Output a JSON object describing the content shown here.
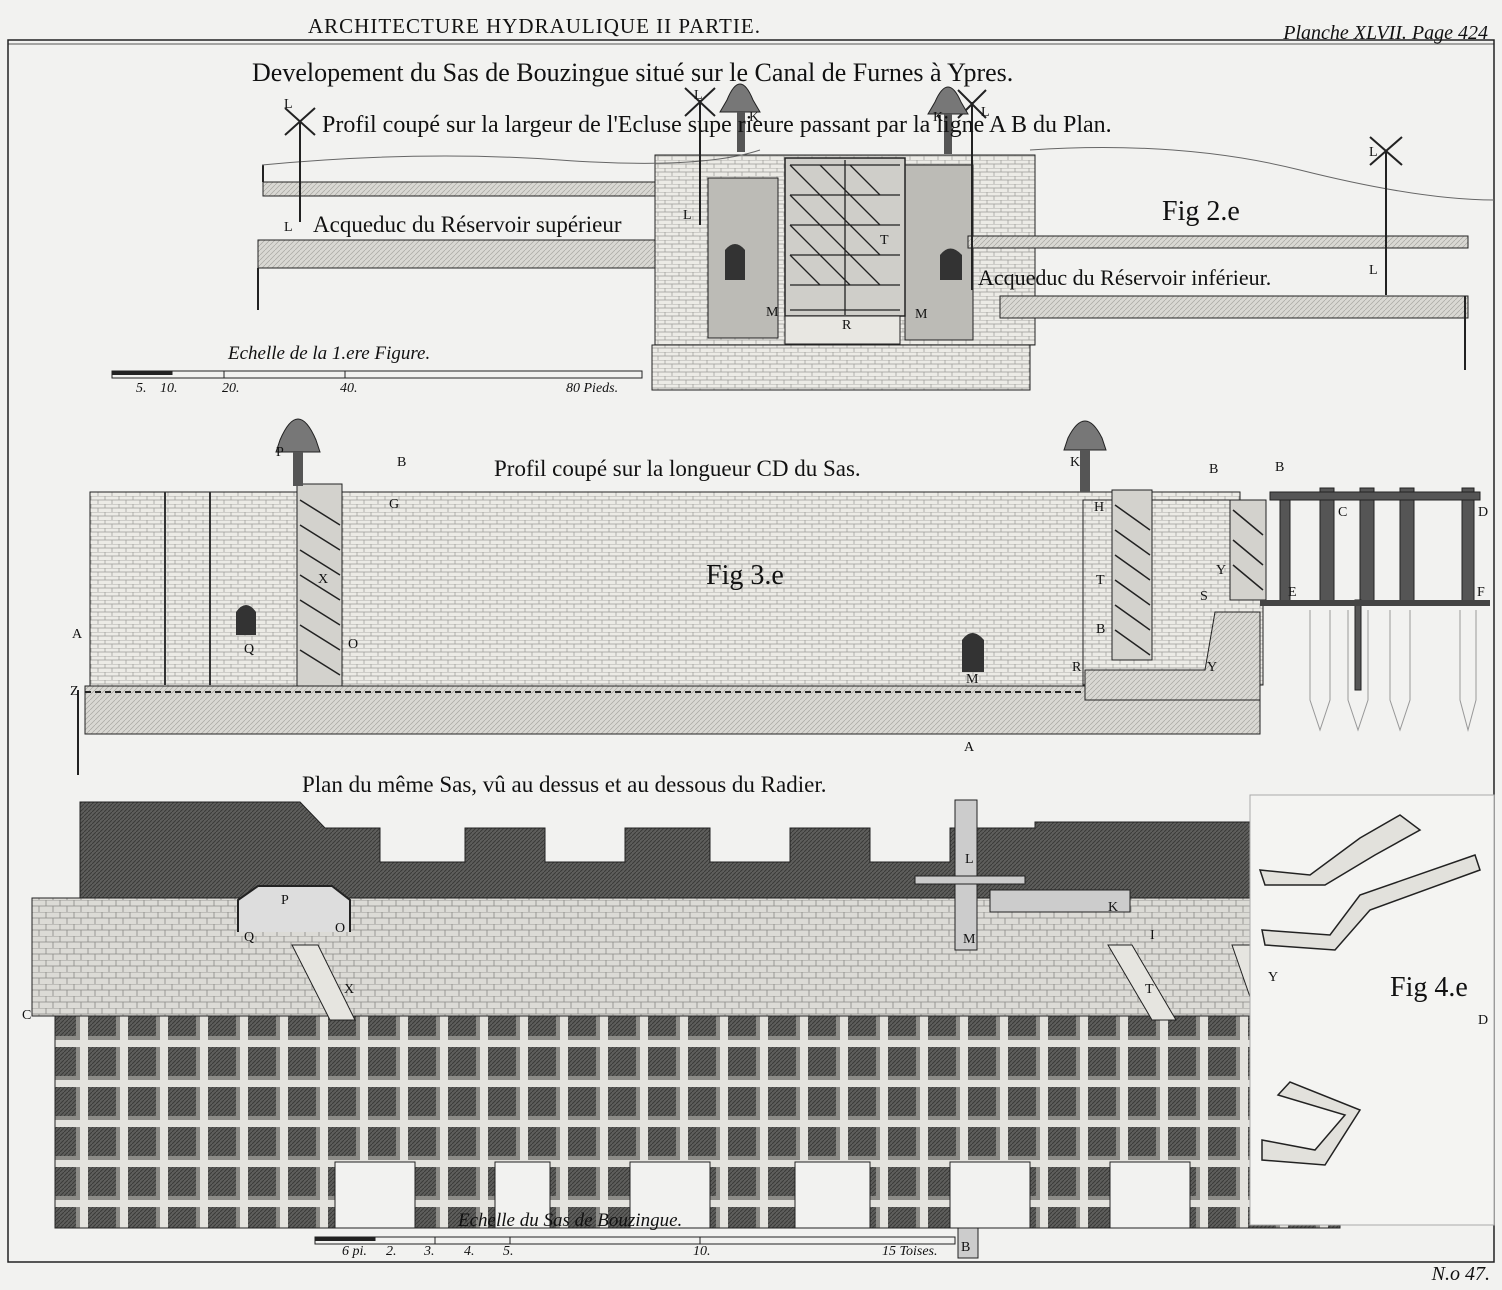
{
  "header": {
    "left": "ARCHITECTURE HYDRAULIQUE II PARTIE.",
    "right": "Planche XLVII. Page 424"
  },
  "title": "Developement du Sas de Bouzingue situé sur le Canal de Furnes à Ypres.",
  "fig2": {
    "caption": "Profil coupé sur la largeur de l'Ecluse supe rieure passant par la ligne A B du Plan.",
    "label": "Fig 2.e",
    "aqueduct_upper": "Acqueduc du Réservoir supérieur",
    "aqueduct_lower": "Acqueduc du Réservoir inférieur.",
    "letters": {
      "L": "L",
      "K": "K",
      "M": "M",
      "R": "R",
      "T": "T"
    }
  },
  "scale1": {
    "label": "Echelle de la 1.ere Figure.",
    "ticks": [
      "5.",
      "10.",
      "20.",
      "40.",
      "80 Pieds."
    ]
  },
  "fig3": {
    "caption": "Profil coupé sur la longueur CD du Sas.",
    "label": "Fig 3.e",
    "letters": {
      "P": "P",
      "B": "B",
      "G": "G",
      "K": "K",
      "H": "H",
      "C": "C",
      "D": "D",
      "X": "X",
      "T": "T",
      "Y": "Y",
      "S": "S",
      "E": "E",
      "F": "F",
      "A": "A",
      "Q": "Q",
      "O": "O",
      "M": "M",
      "R": "R",
      "Z": "Z"
    }
  },
  "fig4": {
    "caption": "Plan du même Sas, vû au dessus et au dessous du Radier.",
    "label": "Fig 4.e",
    "letters": {
      "L": "L",
      "M": "M",
      "K": "K",
      "P": "P",
      "Q": "Q",
      "O": "O",
      "X": "X",
      "T": "T",
      "Y": "Y",
      "C": "C",
      "D": "D",
      "I": "I"
    }
  },
  "scale2": {
    "label": "Echelle du Sas de Bouzingue.",
    "ticks": [
      "6 pi.",
      "2.",
      "3.",
      "4.",
      "5.",
      "10.",
      "15 Toises."
    ],
    "end_letter": "B"
  },
  "plate_number": "N.o 47."
}
